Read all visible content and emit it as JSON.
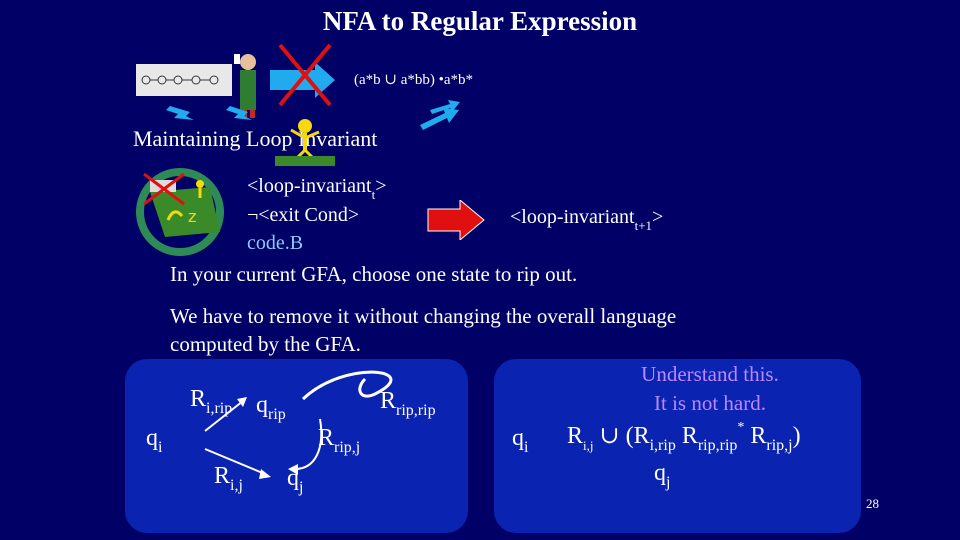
{
  "title": "NFA to Regular Expression",
  "regex_top": "(a*b ∪ a*bb) •a*b*",
  "loop_title": "Maintaining Loop Invariant",
  "invariant": {
    "line1": "<loop-invariant",
    "line1_sub": "t",
    "line1_end": ">",
    "line2": "¬<exit Cond>",
    "line3": "code.B",
    "result": "<loop-invariant",
    "result_sub": "t+1",
    "result_end": ">"
  },
  "body_lines": [
    "In your current GFA, choose one state to rip out.",
    "We have to remove it without changing the overall language",
    "computed by the GFA."
  ],
  "left_diagram": {
    "r_irip": "R",
    "r_irip_sub": "i,rip",
    "q_rip": "q",
    "q_rip_sub": "rip",
    "r_riprip": "R",
    "r_riprip_sub": "rip,rip",
    "q_i": "q",
    "q_i_sub": "i",
    "r_ripj": "R",
    "r_ripj_sub": "rip,j",
    "r_ij": "R",
    "r_ij_sub": "i,j",
    "q_j": "q",
    "q_j_sub": "j"
  },
  "right_diagram": {
    "understand_1": "Understand this.",
    "understand_2": "It is not hard.",
    "q_i": "q",
    "q_i_sub": "i",
    "r": "R",
    "r_sub": "i,j",
    "union": "∪ (R",
    "union_sub": "i,rip",
    "r2": "R",
    "r2_sub": "rip,rip",
    "star": "*",
    "r3": "R",
    "r3_sub": "rip,j",
    "close": ")",
    "q_j": "q",
    "q_j_sub": "j"
  },
  "page_number": "28",
  "colors": {
    "background": "#000066",
    "panel": "#0a23b0",
    "arrow_red": "#e01010",
    "arrow_cyan": "#22aaee",
    "circle_green": "#2e8b57",
    "understand_text": "#bb88ff",
    "code_text": "#88ccff"
  }
}
